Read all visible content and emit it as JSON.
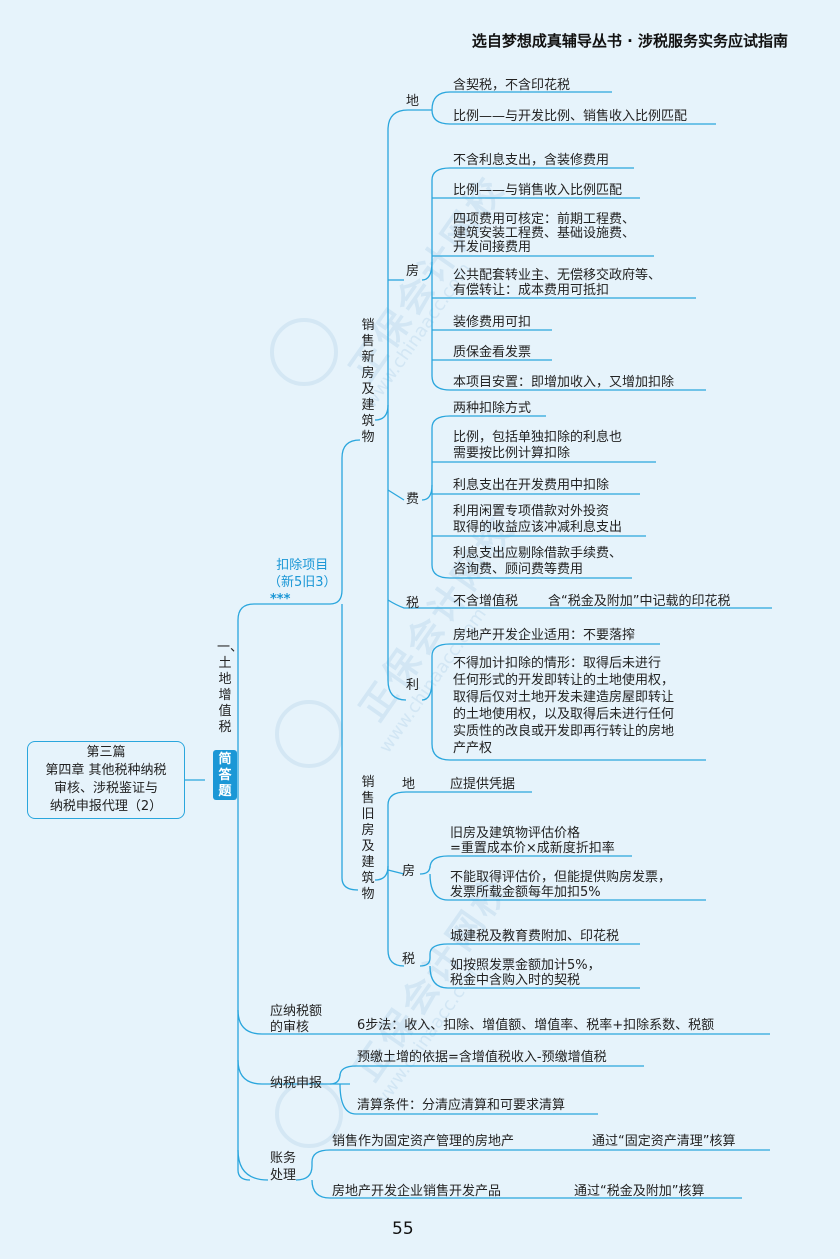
{
  "header": {
    "title": "选自梦想成真辅导丛书 · 涉税服务实务应试指南"
  },
  "page_number": "55",
  "watermark": {
    "text": "正保会计网校",
    "url": "www.chinaacc.com"
  },
  "root": {
    "line1": "第三篇",
    "line2": "第四章 其他税种纳税",
    "line3": "审核、涉税鉴证与",
    "line4": "纳税申报代理（2）"
  },
  "topic": {
    "label": "一、土地增值税",
    "badge": "简答题"
  },
  "deduction": {
    "label_line1": "扣除项目",
    "label_line2": "（新5旧3）",
    "stars": "***",
    "new_house": {
      "label": "销售新房及建筑物",
      "land": {
        "label": "地",
        "items": [
          "含契税，不含印花税",
          "比例——与开发比例、销售收入比例匹配"
        ]
      },
      "house": {
        "label": "房",
        "items": [
          "不含利息支出，含装修费用",
          "比例——与销售收入比例匹配",
          "四项费用可核定：前期工程费、",
          "建筑安装工程费、基础设施费、",
          "开发间接费用",
          "公共配套转业主、无偿移交政府等、",
          "有偿转让：成本费用可抵扣",
          "装修费用可扣",
          "质保金看发票",
          "本项目安置：即增加收入，又增加扣除"
        ]
      },
      "fee": {
        "label": "费",
        "items": [
          "两种扣除方式",
          "比例，包括单独扣除的利息也",
          "需要按比例计算扣除",
          "利息支出在开发费用中扣除",
          "利用闲置专项借款对外投资",
          "取得的收益应该冲减利息支出",
          "利息支出应剔除借款手续费、",
          "咨询费、顾问费等费用"
        ]
      },
      "tax": {
        "label": "税",
        "item1": "不含增值税",
        "item2": "含“税金及附加”中记载的印花税"
      },
      "profit": {
        "label": "利",
        "items": [
          "房地产开发企业适用：不要落搾",
          "不得加计扣除的情形：取得后未进行",
          "任何形式的开发即转让的土地使用权，",
          "取得后仅对土地开发未建造房屋即转让",
          "的土地使用权，以及取得后未进行任何",
          "实质性的改良或开发即再行转让的房地",
          "产产权"
        ]
      }
    },
    "old_house": {
      "label": "销售旧房及建筑物",
      "land": {
        "label": "地",
        "item": "应提供凭据"
      },
      "house": {
        "label": "房",
        "items": [
          "旧房及建筑物评估价格",
          "=重置成本价×成新度折扣率",
          "不能取得评估价，但能提供购房发票，",
          "发票所载金额每年加扣5%"
        ]
      },
      "tax": {
        "label": "税",
        "items": [
          "城建税及教育费附加、印花税",
          "如按照发票金额加计5%，",
          "税金中含购入时的契税"
        ]
      }
    }
  },
  "tax_review": {
    "label_line1": "应纳税额",
    "label_line2": "的审核",
    "item": "6步法：收入、扣除、增值额、增值率、税率+扣除系数、税额"
  },
  "filing": {
    "label": "纳税申报",
    "item1": "预缴土增的依据=含增值税收入-预缴增值税",
    "item2": "清算条件：分清应清算和可要求清算"
  },
  "accounting": {
    "label_line1": "账务",
    "label_line2": "处理",
    "row1_left": "销售作为固定资产管理的房地产",
    "row1_right": "通过“固定资产清理”核算",
    "row2_left": "房地产开发企业销售开发产品",
    "row2_right": "通过“税金及附加”核算"
  },
  "colors": {
    "line": "#2aa6dd",
    "accent": "#1b97d6",
    "background": "#e6f3fb"
  }
}
